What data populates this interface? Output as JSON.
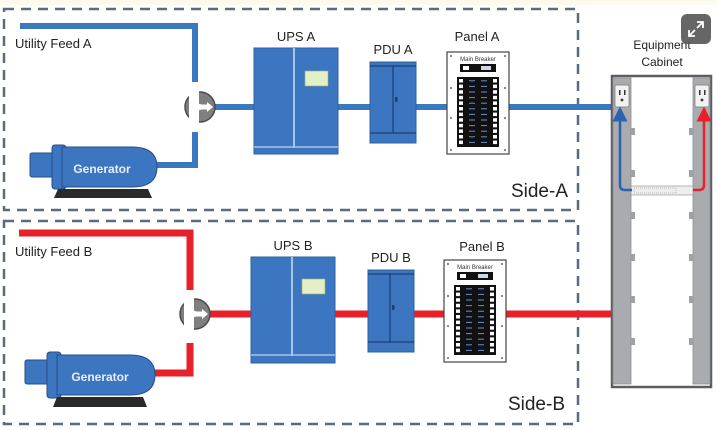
{
  "colors": {
    "side_a_line": "#3a78c0",
    "side_b_line": "#e8202a",
    "equipment_blue": "#3d76c0",
    "equipment_dark": "#1f3f70",
    "ups_display": "#e4efc5",
    "dashed_border": "#5c6b7c",
    "generator_base": "#2a2a2a",
    "switch_gray": "#808080",
    "cabinet_gray": "#a9abae",
    "cabinet_frame": "#5b5d61"
  },
  "side_a": {
    "zone_label": "Side-A",
    "utility_label": "Utility Feed A",
    "generator_label": "Generator",
    "ups_label": "UPS A",
    "pdu_label": "PDU A",
    "panel_label": "Panel A",
    "main_breaker_label": "Main Breaker"
  },
  "side_b": {
    "zone_label": "Side-B",
    "utility_label": "Utility Feed B",
    "generator_label": "Generator",
    "ups_label": "UPS B",
    "pdu_label": "PDU B",
    "panel_label": "Panel B",
    "main_breaker_label": "Main Breaker"
  },
  "cabinet": {
    "label_line1": "Equipment",
    "label_line2": "Cabinet"
  },
  "toolbar": {
    "expand_icon": "expand-arrows-icon"
  }
}
